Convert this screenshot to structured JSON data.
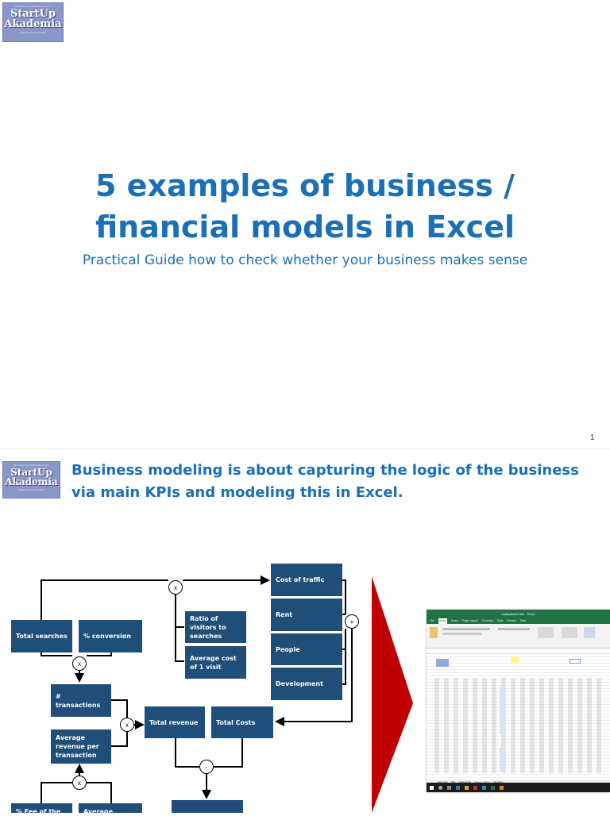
{
  "logo": {
    "tagline": "Wirtschaft auf Mittel Personen",
    "line1": "StartUp",
    "line2": "Akademia",
    "sub": "Akademie podnikatelů"
  },
  "slide1": {
    "title": "5 examples of business / financial models in Excel",
    "subtitle": "Practical Guide how to check whether your business makes sense",
    "page_number": "1"
  },
  "slide2": {
    "heading": "Business modeling is about capturing the logic of the business via main KPIs and modeling this in Excel.",
    "diagram": {
      "total_searches": "Total searches",
      "pct_conversion": "% conversion",
      "transactions": "# transactions",
      "avg_revenue": "Average revenue per transaction",
      "total_revenue": "Total revenue",
      "total_costs": "Total Costs",
      "ratio_visitors": "Ratio of visitors to searches",
      "avg_cost_visit": "Average cost of 1 visit",
      "cost_traffic": "Cost of traffic",
      "rent": "Rent",
      "people": "People",
      "development": "Development",
      "fee_partial": "% Fee of the",
      "average_partial": "Average",
      "op_x": "x",
      "op_plus": "+",
      "op_minus": "-"
    },
    "excel": {
      "title": "markplace2.xlsx - Excel",
      "menu": [
        "File",
        "Home",
        "Insert",
        "Page Layout",
        "Formulas",
        "Data",
        "Review",
        "View"
      ],
      "tabs": [
        "Summary",
        "P&L",
        "Cash Costs",
        "Sales & Margin",
        "Numbers"
      ],
      "active_tab": "Sales & Margin",
      "accent": "#217346"
    }
  },
  "colors": {
    "title_blue": "#1a6fb5",
    "box_navy": "#1f4e79",
    "arrow_red": "#c00000",
    "logo_purple": "#8b96c8"
  }
}
